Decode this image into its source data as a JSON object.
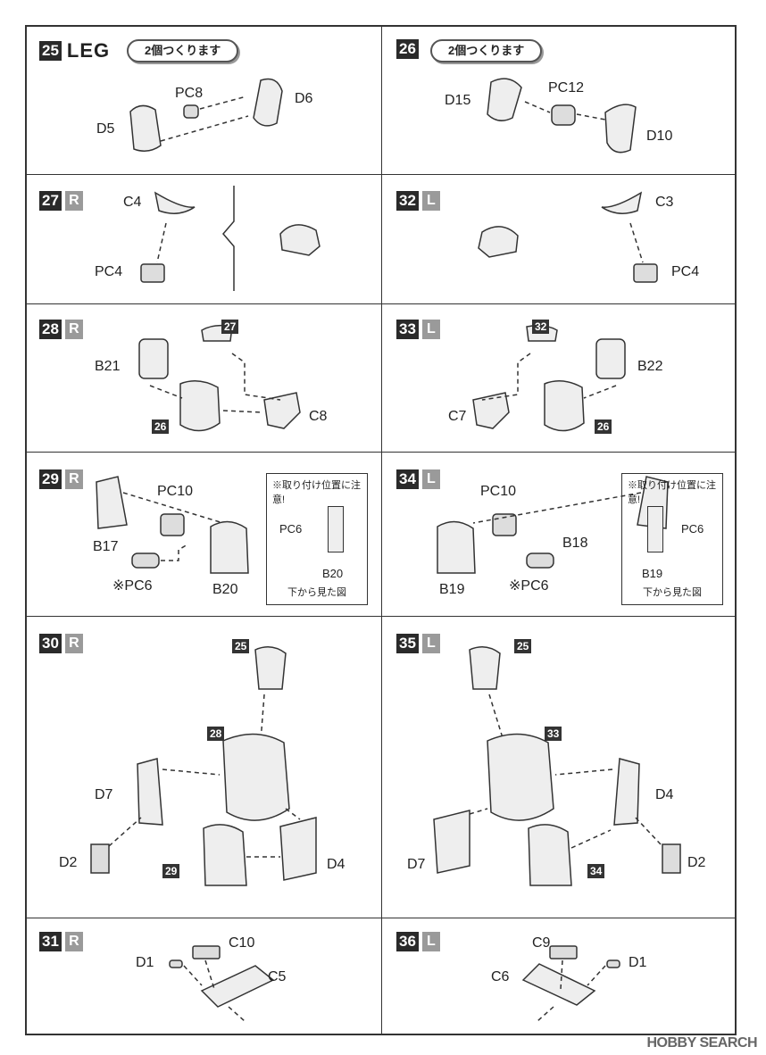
{
  "steps": [
    {
      "num": "25",
      "title": "LEG",
      "note": "2個つくります"
    },
    {
      "num": "26",
      "note": "2個つくります"
    },
    {
      "num": "27",
      "side": "R"
    },
    {
      "num": "32",
      "side": "L"
    },
    {
      "num": "28",
      "side": "R"
    },
    {
      "num": "33",
      "side": "L"
    },
    {
      "num": "29",
      "side": "R"
    },
    {
      "num": "34",
      "side": "L"
    },
    {
      "num": "30",
      "side": "R"
    },
    {
      "num": "35",
      "side": "L"
    },
    {
      "num": "31",
      "side": "R"
    },
    {
      "num": "36",
      "side": "L"
    }
  ],
  "labels": {
    "s25": [
      "PC8",
      "D6",
      "D5"
    ],
    "s26": [
      "PC12",
      "D15",
      "D10"
    ],
    "s27": [
      "C4",
      "PC4"
    ],
    "s32": [
      "C3",
      "PC4"
    ],
    "s28": [
      "B21",
      "C8"
    ],
    "s33": [
      "B22",
      "C7"
    ],
    "s29": [
      "PC10",
      "B17",
      "※PC6",
      "B20",
      "PC6",
      "B20"
    ],
    "s34": [
      "PC10",
      "B18",
      "※PC6",
      "B19",
      "PC6",
      "B19"
    ],
    "s30": [
      "D7",
      "D2",
      "D4"
    ],
    "s35": [
      "D4",
      "D7",
      "D2"
    ],
    "s31": [
      "D1",
      "C10",
      "C5"
    ],
    "s36": [
      "C9",
      "D1",
      "C6"
    ]
  },
  "refs": {
    "s28": [
      "27",
      "26"
    ],
    "s33": [
      "32",
      "26"
    ],
    "s30": [
      "25",
      "28",
      "29"
    ],
    "s35": [
      "25",
      "33",
      "34"
    ]
  },
  "notes": {
    "attention": "※取り付け位置に注意!",
    "bottom_view": "下から見た図"
  },
  "watermark": "HOBBY SEARCH"
}
